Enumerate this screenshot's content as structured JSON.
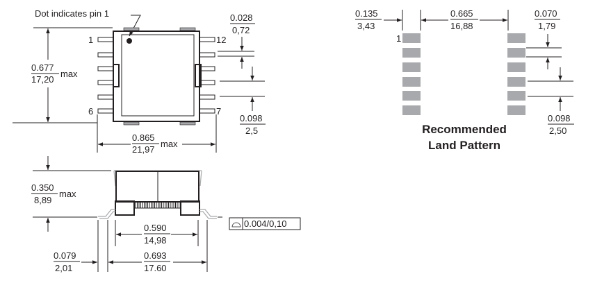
{
  "title": "SMT Transformer Mechanical Drawing",
  "top_view": {
    "pin1_note": "Dot indicates pin 1",
    "pin_labels": {
      "top_left": "1",
      "bottom_left": "6",
      "top_right": "12",
      "bottom_right": "7"
    },
    "pins_per_side": 6,
    "height": {
      "inch": "0.677",
      "mm": "17,20",
      "suffix": "max"
    },
    "width": {
      "inch": "0.865",
      "mm": "21,97",
      "suffix": "max"
    },
    "pin_width": {
      "inch": "0.028",
      "mm": "0,72"
    },
    "pin_pitch": {
      "inch": "0.098",
      "mm": "2,5"
    }
  },
  "side_view": {
    "height": {
      "inch": "0.350",
      "mm": "8,89",
      "suffix": "max"
    },
    "lead_length": {
      "inch": "0.079",
      "mm": "2,01"
    },
    "body_width": {
      "inch": "0.590",
      "mm": "14,98"
    },
    "lead_span": {
      "inch": "0.693",
      "mm": "17.60"
    },
    "coplanarity": {
      "symbol": "coplanarity-symbol",
      "value": "0.004/0,10"
    }
  },
  "land_pattern": {
    "title_line1": "Recommended",
    "title_line2": "Land Pattern",
    "pin1_label": "1",
    "pads_per_side": 6,
    "pad_color": "#a7a9ac",
    "pad_length": {
      "inch": "0.135",
      "mm": "3,43"
    },
    "pad_spacing": {
      "inch": "0.665",
      "mm": "16,88"
    },
    "pad_width": {
      "inch": "0.070",
      "mm": "1,79"
    },
    "pad_pitch": {
      "inch": "0.098",
      "mm": "2,50"
    }
  }
}
